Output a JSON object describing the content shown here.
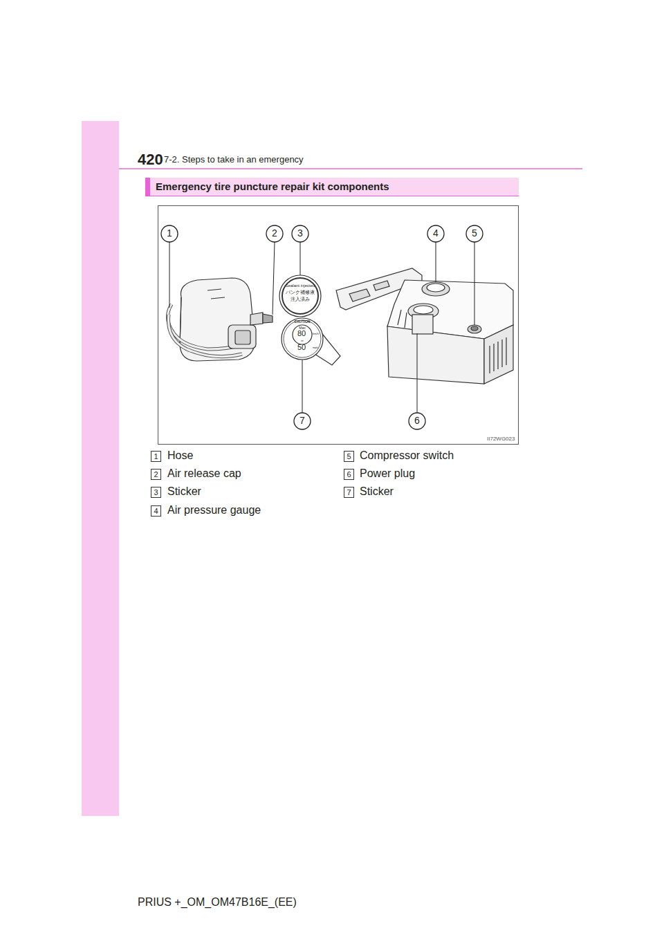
{
  "diagram": {
    "title": "Emergency tire puncture repair kit components",
    "labels": [
      "420",
      "7-2. Steps to take in an emergency",
      "1",
      "2",
      "3",
      "4",
      "5",
      "6",
      "7",
      "II72WG023",
      "Sealant injected",
      "パンク補修液",
      "注入済み",
      "CAUTION",
      "Max",
      "80",
      "km/h",
      "or",
      "50",
      "mph",
      "1",
      "Hose",
      "2",
      "Air release cap",
      "3",
      "Sticker",
      "4",
      "Air pressure gauge",
      "5",
      "Compressor switch",
      "6",
      "Power plug",
      "7",
      "Sticker",
      "PRIUS +_OM_OM47B16E_(EE)"
    ]
  }
}
